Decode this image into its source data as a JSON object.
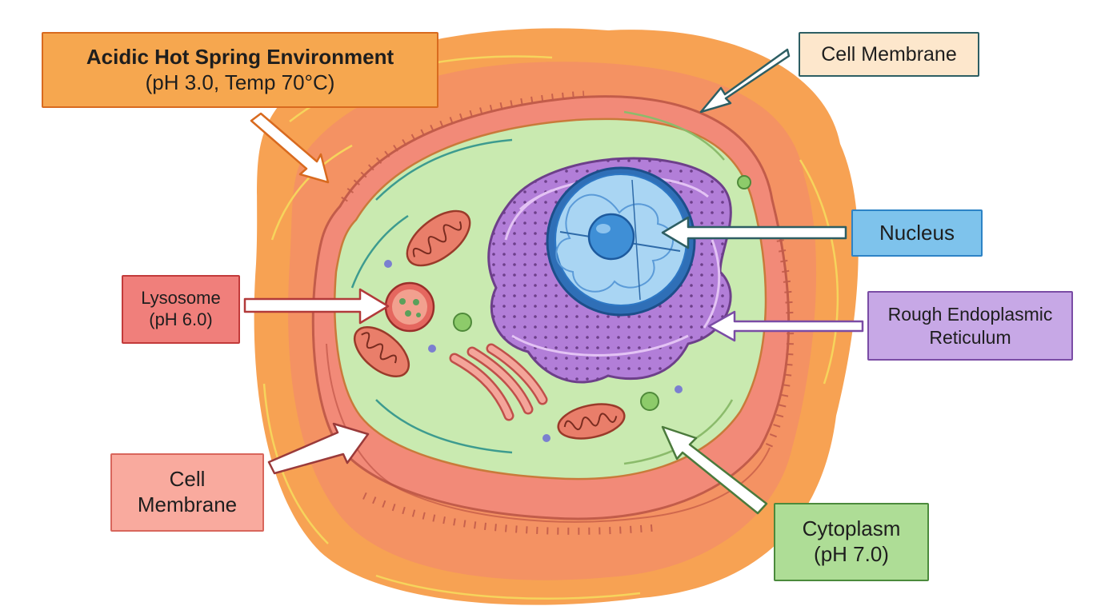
{
  "labels": {
    "environment": {
      "line1": "Acidic Hot Spring Environment",
      "line2": "(pH 3.0, Temp 70°C)"
    },
    "cell_membrane_top": {
      "text": "Cell Membrane"
    },
    "nucleus": {
      "text": "Nucleus"
    },
    "rough_er": {
      "line1": "Rough Endoplasmic",
      "line2": "Reticulum"
    },
    "lysosome": {
      "line1": "Lysosome",
      "line2": "(pH 6.0)"
    },
    "cell_membrane_bottom": {
      "line1": "Cell",
      "line2": "Membrane"
    },
    "cytoplasm": {
      "line1": "Cytoplasm",
      "line2": "(pH 7.0)"
    }
  },
  "colors": {
    "environment": "#f6a74f",
    "membrane": "#f28a78",
    "cytoplasm": "#c9eab0",
    "nucleus": "#5aaee6",
    "rough_er": "#b27ed8",
    "lysosome": "#e5675f",
    "mitochondria": "#e97e6a"
  }
}
